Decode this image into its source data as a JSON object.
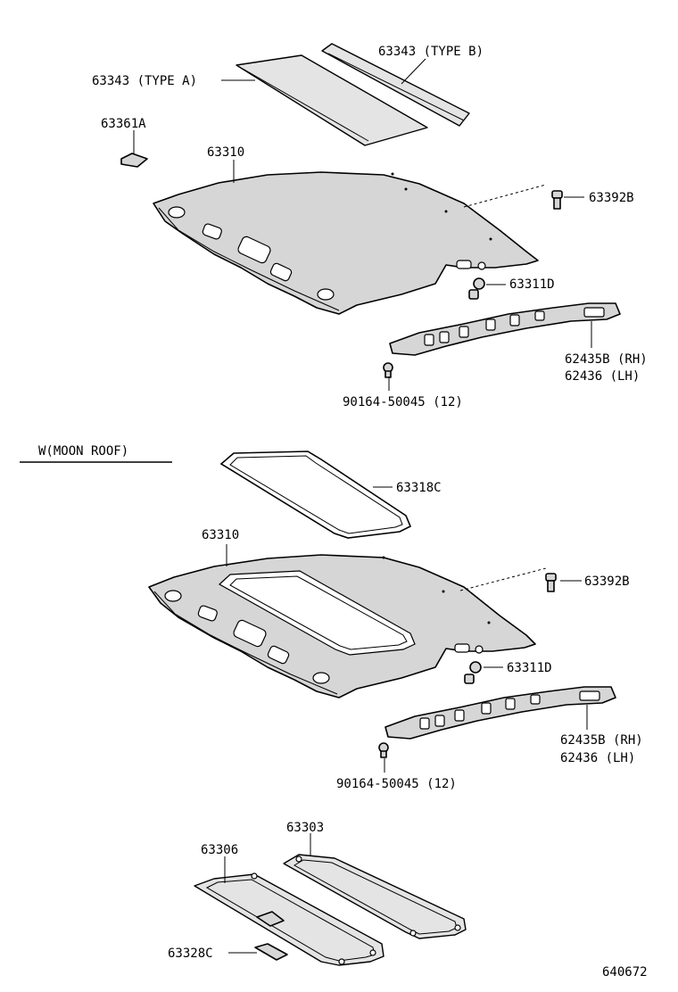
{
  "labels": {
    "top_type_b": "63343 (TYPE  B)",
    "top_type_a": "63343 (TYPE  A)",
    "top_63361a": "63361A",
    "top_63310": "63310",
    "top_63392b": "63392B",
    "top_63311d": "63311D",
    "top_62435b": "62435B (RH)",
    "top_62436": "62436  (LH)",
    "top_90164": "90164-50045 (12)",
    "section_title": "W(MOON  ROOF)",
    "bot_63318c": "63318C",
    "bot_63310": "63310",
    "bot_63392b": "63392B",
    "bot_63311d": "63311D",
    "bot_62435b": "62435B (RH)",
    "bot_62436": "62436  (LH)",
    "bot_90164": "90164-50045 (12)",
    "bot_63303": "63303",
    "bot_63306": "63306",
    "bot_63328c": "63328C",
    "figure_code": "640672"
  }
}
